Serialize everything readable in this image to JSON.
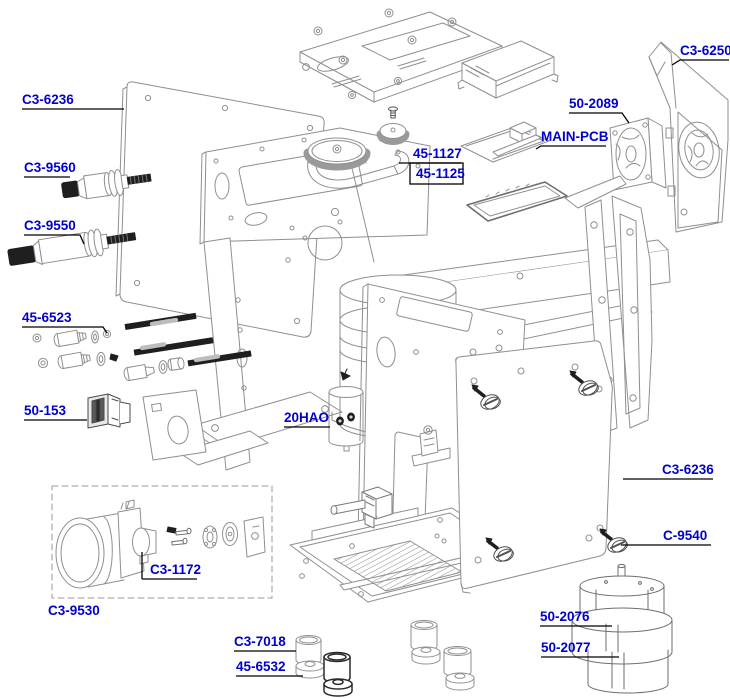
{
  "diagram": {
    "type": "exploded-parts-diagram",
    "labels": [
      {
        "id": "c3-6236-left",
        "text": "C3-6236"
      },
      {
        "id": "c3-9560",
        "text": "C3-9560"
      },
      {
        "id": "c3-9550",
        "text": "C3-9550"
      },
      {
        "id": "45-6523",
        "text": "45-6523"
      },
      {
        "id": "50-153",
        "text": "50-153"
      },
      {
        "id": "c3-9530",
        "text": "C3-9530"
      },
      {
        "id": "c3-1172",
        "text": "C3-1172"
      },
      {
        "id": "20hao",
        "text": "20HAO"
      },
      {
        "id": "45-1127",
        "text": "45-1127"
      },
      {
        "id": "45-1125",
        "text": "45-1125"
      },
      {
        "id": "main-pcb",
        "text": "MAIN-PCB"
      },
      {
        "id": "50-2089",
        "text": "50-2089"
      },
      {
        "id": "c3-6250",
        "text": "C3-6250"
      },
      {
        "id": "c3-6236-right",
        "text": "C3-6236"
      },
      {
        "id": "c-9540",
        "text": "C-9540"
      },
      {
        "id": "50-2076",
        "text": "50-2076"
      },
      {
        "id": "50-2077",
        "text": "50-2077"
      },
      {
        "id": "c3-7018",
        "text": "C3-7018"
      },
      {
        "id": "45-6532",
        "text": "45-6532"
      }
    ],
    "colors": {
      "label": "#0000cc",
      "leader": "#000000",
      "line": "#8f8f8f",
      "dark": "#1f1f1f"
    }
  }
}
